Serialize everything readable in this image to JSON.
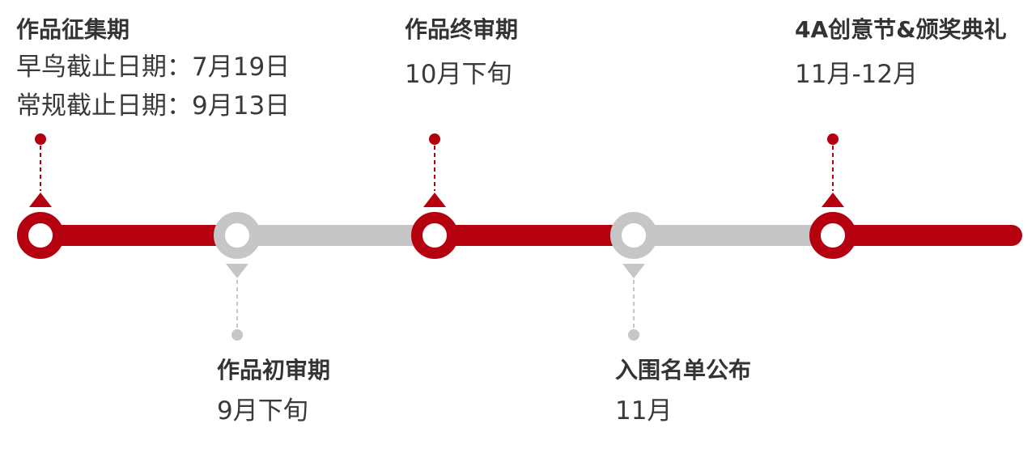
{
  "colors": {
    "active": "#b4000f",
    "inactive": "#c6c6c6"
  },
  "milestones": [
    {
      "title": "作品征集期",
      "lines": [
        "早鸟截止日期：7月19日",
        "常规截止日期：9月13日"
      ],
      "state": "active"
    },
    {
      "title": "作品初审期",
      "lines": [
        "9月下旬"
      ],
      "state": "inactive"
    },
    {
      "title": "作品终审期",
      "lines": [
        "10月下旬"
      ],
      "state": "active"
    },
    {
      "title": "入围名单公布",
      "lines": [
        "11月"
      ],
      "state": "inactive"
    },
    {
      "title": "4A创意节&颁奖典礼",
      "lines": [
        "11月-12月"
      ],
      "state": "active"
    }
  ]
}
